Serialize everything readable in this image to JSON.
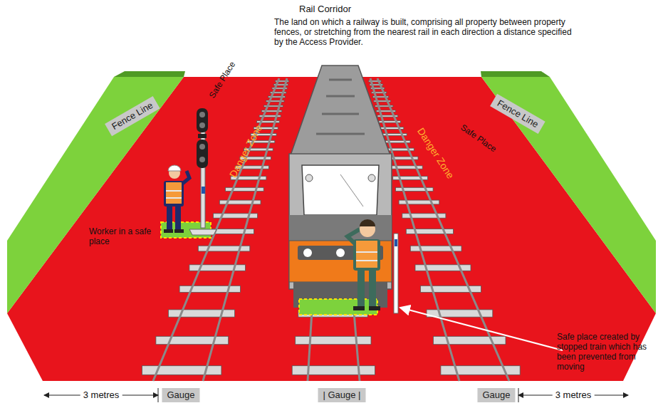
{
  "diagram": {
    "title": "Rail Corridor",
    "nodes": [
      {
        "text": [
          "Fence Line"
        ]
      },
      {
        "text": [
          "Fence Line"
        ]
      },
      {
        "text": [
          "Gauge"
        ]
      },
      {
        "text": [
          "| Gauge |"
        ]
      },
      {
        "text": [
          "Gauge"
        ]
      }
    ],
    "labels": [
      "The land on which a railway is built, comprising all property between property fences, or stretching from the nearest rail in each direction a distance specified by the Access Provider.",
      "Safe Place",
      "Safe Place",
      "Danger Zone",
      "Danger Zone",
      "Worker in a safe place",
      "Safe place created by stopped train which has been prevented from moving",
      "3 metres",
      "3 metres"
    ]
  }
}
